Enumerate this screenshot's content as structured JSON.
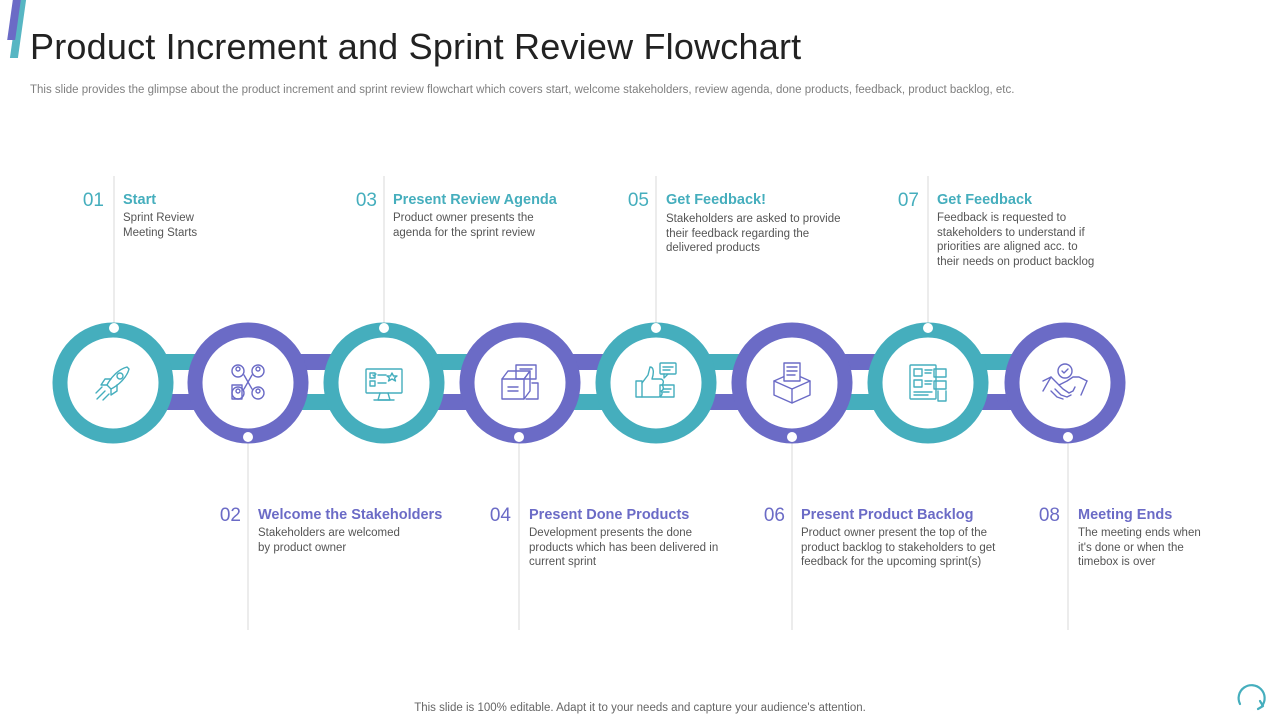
{
  "header": {
    "title": "Product Increment and Sprint Review Flowchart",
    "subtitle": "This slide provides the glimpse about the product increment and sprint review flowchart which covers start, welcome stakeholders, review agenda, done products, feedback, product backlog, etc."
  },
  "colors": {
    "teal": "#45AEBD",
    "purple": "#6B6BC6"
  },
  "steps": [
    {
      "number": "01",
      "title": "Start",
      "description": "Sprint Review\nMeeting Starts",
      "icon": "rocket-icon"
    },
    {
      "number": "02",
      "title": "Welcome the Stakeholders",
      "description": "Stakeholders are welcomed\nby product owner",
      "icon": "stakeholders-icon"
    },
    {
      "number": "03",
      "title": "Present Review Agenda",
      "description": "Product owner presents the\nagenda for the sprint review",
      "icon": "agenda-monitor-icon"
    },
    {
      "number": "04",
      "title": "Present Done Products",
      "description": "Development presents the done\nproducts which has been delivered in\ncurrent sprint",
      "icon": "product-boxes-icon"
    },
    {
      "number": "05",
      "title": "Get Feedback!",
      "description": "Stakeholders are asked to provide\ntheir feedback regarding the\ndelivered products",
      "icon": "thumbs-up-feedback-icon"
    },
    {
      "number": "06",
      "title": "Present Product Backlog",
      "description": "Product owner present the top of the\nproduct backlog to stakeholders to get\nfeedback for the upcoming sprint(s)",
      "icon": "backlog-box-icon"
    },
    {
      "number": "07",
      "title": "Get Feedback",
      "description": "Feedback is requested to\nstakeholders to understand if\npriorities are aligned acc. to\ntheir needs on product backlog",
      "icon": "feedback-board-icon"
    },
    {
      "number": "08",
      "title": "Meeting Ends",
      "description": "The meeting ends when\nit's done or when the\ntimebox is over",
      "icon": "handshake-icon"
    }
  ],
  "footer": {
    "note": "This slide is 100% editable. Adapt it to your needs and capture your audience's attention."
  }
}
